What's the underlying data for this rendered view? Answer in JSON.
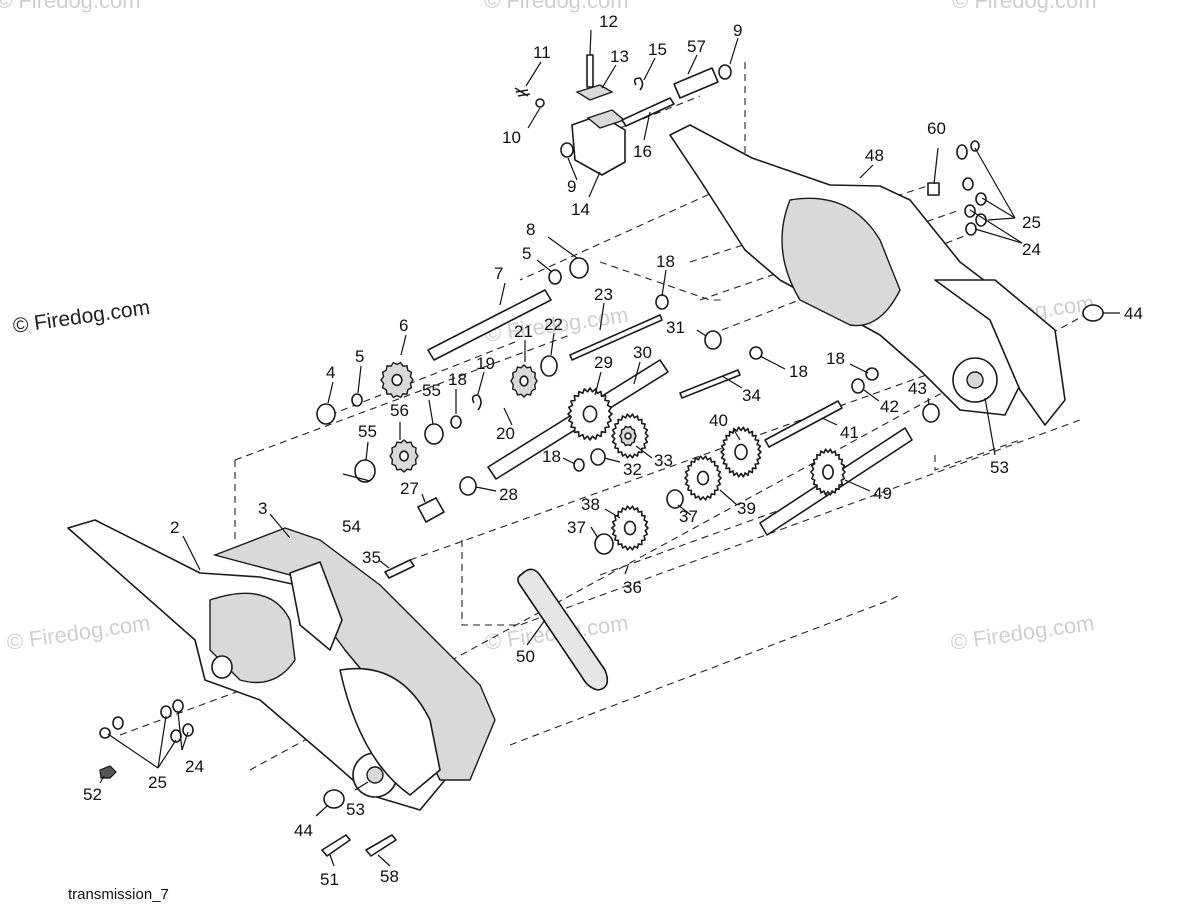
{
  "watermark": {
    "main": "© Firedog.com",
    "faint": "© Firedog.com"
  },
  "caption": "transmission_7",
  "callouts": [
    {
      "id": "c12",
      "label": "12"
    },
    {
      "id": "c11",
      "label": "11"
    },
    {
      "id": "c13",
      "label": "13"
    },
    {
      "id": "c15",
      "label": "15"
    },
    {
      "id": "c57",
      "label": "57"
    },
    {
      "id": "c9a",
      "label": "9"
    },
    {
      "id": "c10",
      "label": "10"
    },
    {
      "id": "c16",
      "label": "16"
    },
    {
      "id": "c9b",
      "label": "9"
    },
    {
      "id": "c14",
      "label": "14"
    },
    {
      "id": "c60",
      "label": "60"
    },
    {
      "id": "c48",
      "label": "48"
    },
    {
      "id": "c25a",
      "label": "25"
    },
    {
      "id": "c24a",
      "label": "24"
    },
    {
      "id": "c8",
      "label": "8"
    },
    {
      "id": "c5a",
      "label": "5"
    },
    {
      "id": "c7",
      "label": "7"
    },
    {
      "id": "c18a",
      "label": "18"
    },
    {
      "id": "c23",
      "label": "23"
    },
    {
      "id": "c44a",
      "label": "44"
    },
    {
      "id": "c6",
      "label": "6"
    },
    {
      "id": "c21",
      "label": "21"
    },
    {
      "id": "c22",
      "label": "22"
    },
    {
      "id": "c31",
      "label": "31"
    },
    {
      "id": "c5b",
      "label": "5"
    },
    {
      "id": "c4",
      "label": "4"
    },
    {
      "id": "c19",
      "label": "19"
    },
    {
      "id": "c29",
      "label": "29"
    },
    {
      "id": "c30",
      "label": "30"
    },
    {
      "id": "c18b",
      "label": "18"
    },
    {
      "id": "c18c",
      "label": "18"
    },
    {
      "id": "c55a",
      "label": "55"
    },
    {
      "id": "c18d",
      "label": "18"
    },
    {
      "id": "c43",
      "label": "43"
    },
    {
      "id": "c56",
      "label": "56"
    },
    {
      "id": "c34",
      "label": "34"
    },
    {
      "id": "c42",
      "label": "42"
    },
    {
      "id": "c55b",
      "label": "55"
    },
    {
      "id": "c20",
      "label": "20"
    },
    {
      "id": "c40",
      "label": "40"
    },
    {
      "id": "c41",
      "label": "41"
    },
    {
      "id": "c18e",
      "label": "18"
    },
    {
      "id": "c32",
      "label": "32"
    },
    {
      "id": "c33",
      "label": "33"
    },
    {
      "id": "c53a",
      "label": "53"
    },
    {
      "id": "c27",
      "label": "27"
    },
    {
      "id": "c28",
      "label": "28"
    },
    {
      "id": "c49",
      "label": "49"
    },
    {
      "id": "c38",
      "label": "38"
    },
    {
      "id": "c39",
      "label": "39"
    },
    {
      "id": "c3",
      "label": "3"
    },
    {
      "id": "c54",
      "label": "54"
    },
    {
      "id": "c37a",
      "label": "37"
    },
    {
      "id": "c37b",
      "label": "37"
    },
    {
      "id": "c2",
      "label": "2"
    },
    {
      "id": "c35",
      "label": "35"
    },
    {
      "id": "c36",
      "label": "36"
    },
    {
      "id": "c50",
      "label": "50"
    },
    {
      "id": "c24b",
      "label": "24"
    },
    {
      "id": "c25b",
      "label": "25"
    },
    {
      "id": "c52",
      "label": "52"
    },
    {
      "id": "c44b",
      "label": "44"
    },
    {
      "id": "c53b",
      "label": "53"
    },
    {
      "id": "c51",
      "label": "51"
    },
    {
      "id": "c58",
      "label": "58"
    }
  ]
}
